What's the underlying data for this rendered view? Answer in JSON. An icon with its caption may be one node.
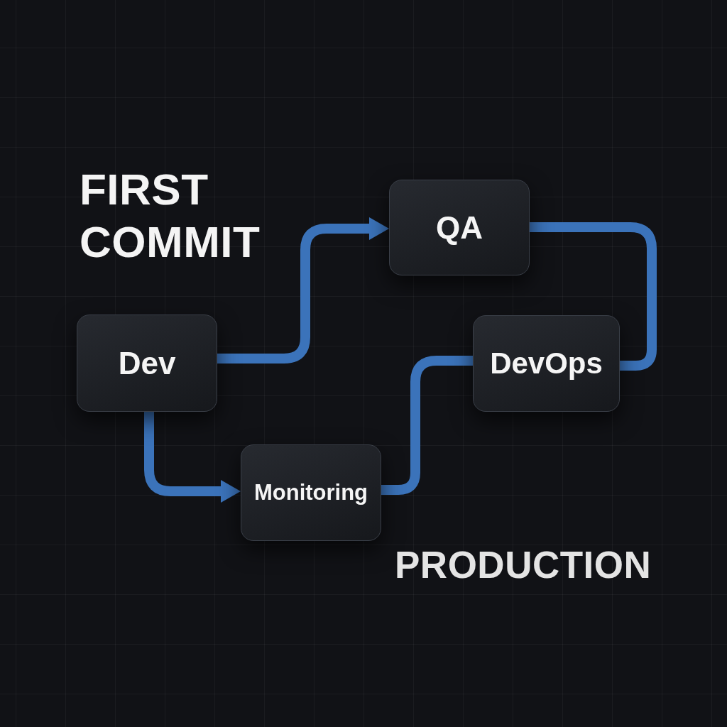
{
  "diagram": {
    "nodes": [
      {
        "text": [
          "QA"
        ]
      },
      {
        "text": [
          "Dev"
        ]
      },
      {
        "text": [
          "DevOps"
        ]
      },
      {
        "text": [
          "Monitoring"
        ]
      }
    ],
    "edges": [
      {
        "from": 1,
        "to": 0,
        "arrow": "to"
      },
      {
        "from": 1,
        "to": 3,
        "arrow": "to"
      },
      {
        "from": 0,
        "to": 2,
        "arrow": "none"
      },
      {
        "from": 3,
        "to": 2,
        "arrow": "none"
      }
    ],
    "labels": [
      "FIRST COMMIT",
      "PRODUCTION"
    ]
  }
}
